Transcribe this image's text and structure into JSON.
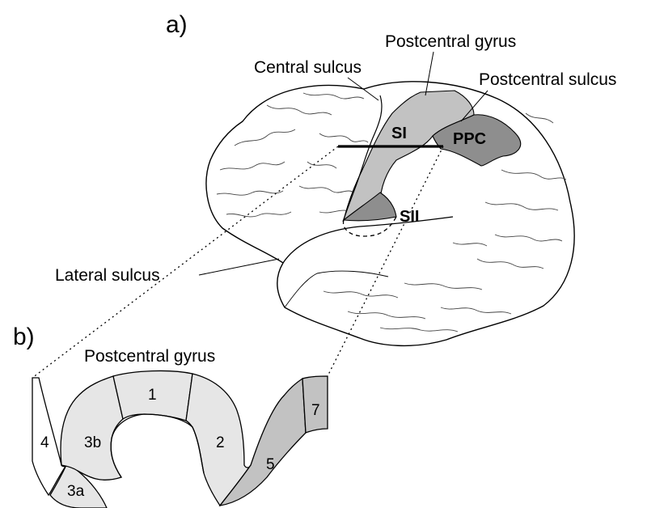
{
  "panel_a": {
    "panel_label": "a)",
    "labels": {
      "postcentral_gyrus": "Postcentral gyrus",
      "central_sulcus": "Central sulcus",
      "postcentral_sulcus": "Postcentral sulcus",
      "lateral_sulcus": "Lateral sulcus",
      "si": "SI",
      "sii": "SII",
      "ppc": "PPC"
    }
  },
  "panel_b": {
    "panel_label": "b)",
    "title": "Postcentral gyrus",
    "areas": [
      "4",
      "3b",
      "3a",
      "1",
      "2",
      "5",
      "7"
    ]
  },
  "colors": {
    "light_gray": "#e6e6e6",
    "mid_gray": "#c2c2c2",
    "dark_gray": "#8e8e8e",
    "outline": "#000000"
  }
}
